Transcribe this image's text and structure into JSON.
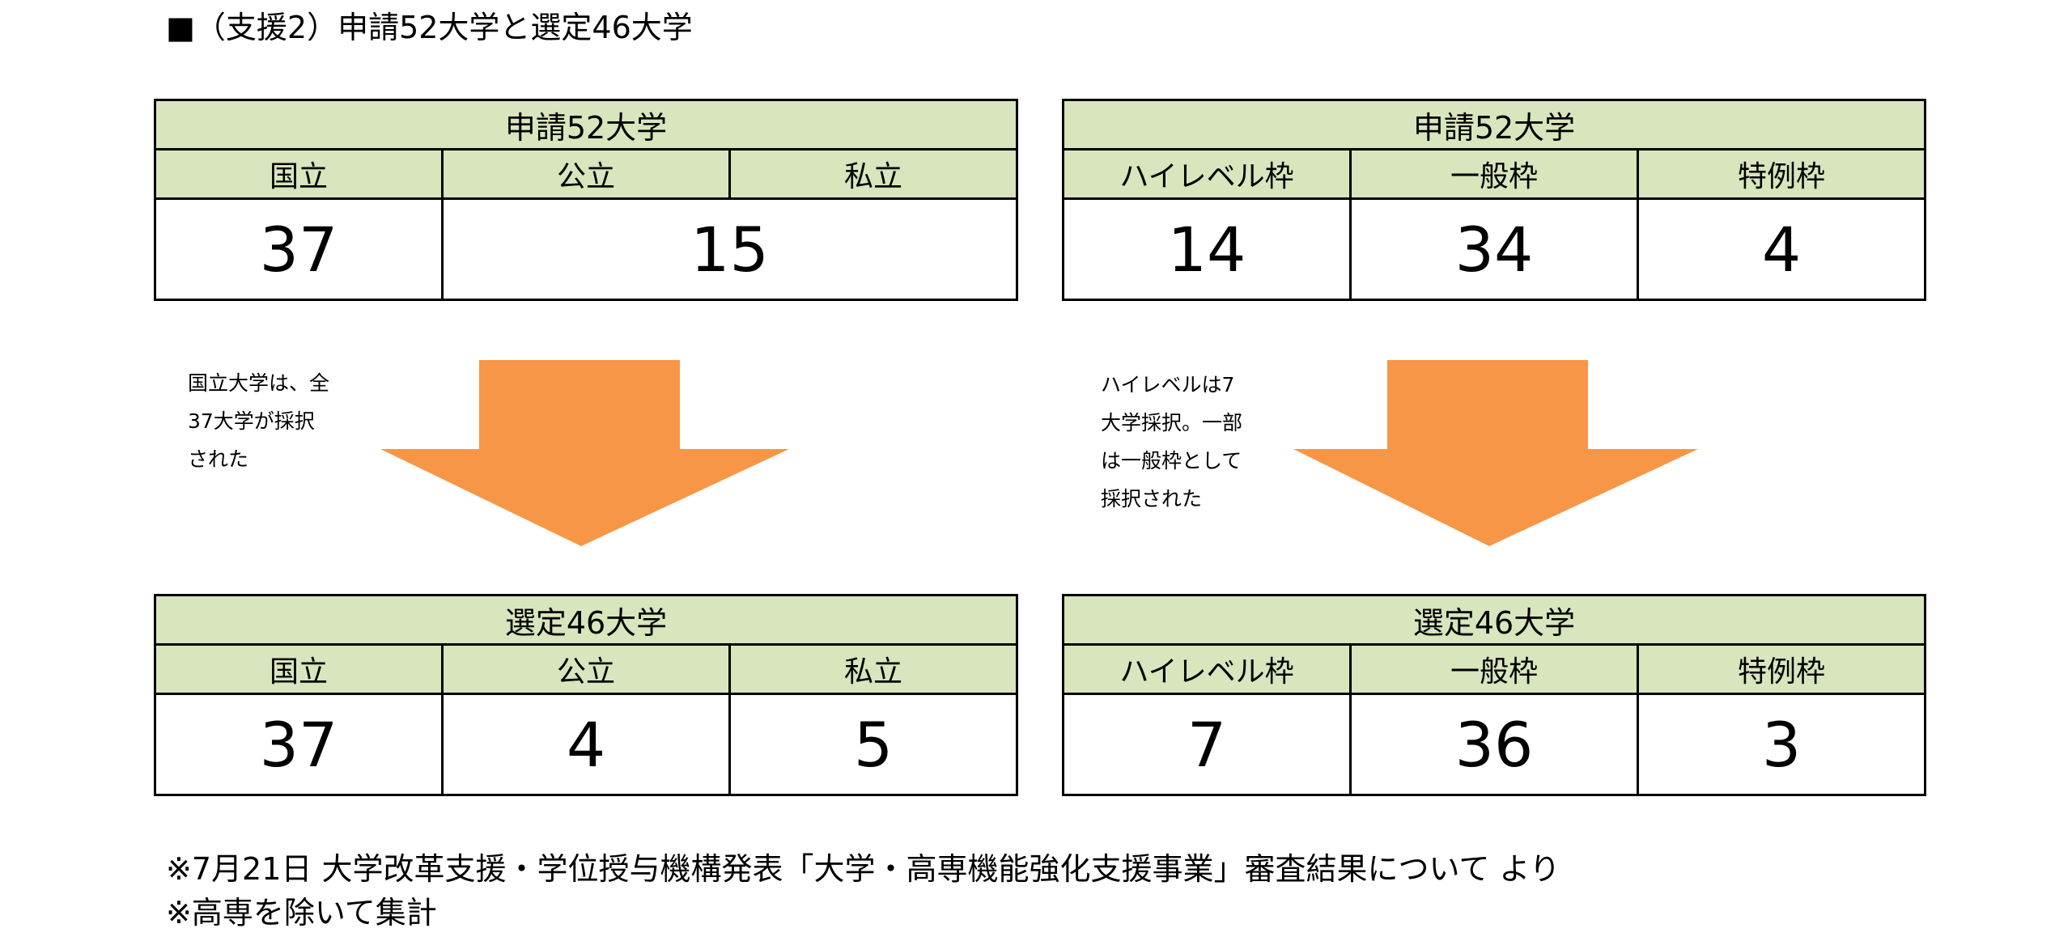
{
  "title": "■（支援2）申請52大学と選定46大学",
  "apply_by_type": {
    "header": "申請52大学",
    "columns": [
      "国立",
      "公立",
      "私立"
    ],
    "values": [
      "37",
      "15"
    ]
  },
  "apply_by_track": {
    "header": "申請52大学",
    "columns": [
      "ハイレベル枠",
      "一般枠",
      "特例枠"
    ],
    "values": [
      "14",
      "34",
      "4"
    ]
  },
  "select_by_type": {
    "header": "選定46大学",
    "columns": [
      "国立",
      "公立",
      "私立"
    ],
    "values": [
      "37",
      "4",
      "5"
    ]
  },
  "select_by_track": {
    "header": "選定46大学",
    "columns": [
      "ハイレベル枠",
      "一般枠",
      "特例枠"
    ],
    "values": [
      "7",
      "36",
      "3"
    ]
  },
  "note_left": [
    "国立大学は、全",
    "37大学が採択",
    "された"
  ],
  "note_right": [
    "ハイレベルは7",
    "大学採択。一部",
    "は一般枠として",
    "採択された"
  ],
  "footnotes": [
    "※7月21日 大学改革支援・学位授与機構発表「大学・高専機能強化支援事業」審査結果について より",
    "※高専を除いて集計"
  ],
  "colors": {
    "header_fill": "#d8e5bd",
    "arrow": "#f79646"
  }
}
